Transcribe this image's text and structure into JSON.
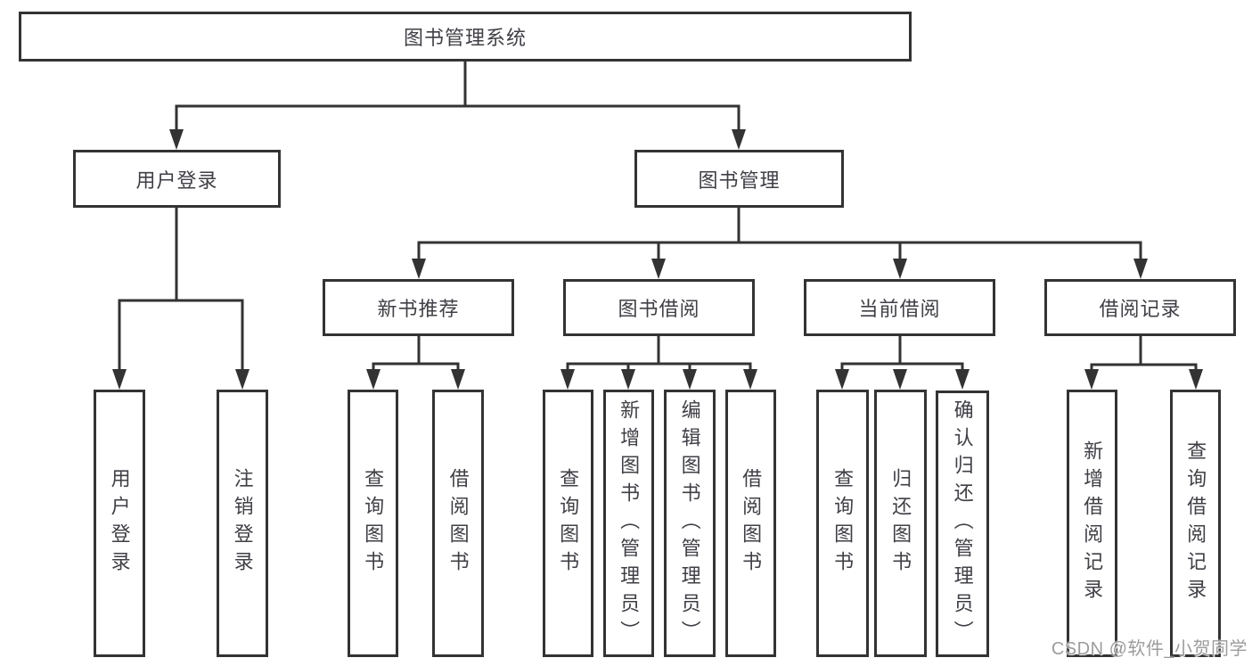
{
  "diagram": {
    "type": "hierarchy-tree",
    "title": "图书管理系统"
  },
  "nodes": {
    "root": {
      "label": "图书管理系统"
    },
    "level1": [
      {
        "label": "用户登录"
      },
      {
        "label": "图书管理"
      }
    ],
    "level2": [
      {
        "label": "新书推荐"
      },
      {
        "label": "图书借阅"
      },
      {
        "label": "当前借阅"
      },
      {
        "label": "借阅记录"
      }
    ],
    "level3": {
      "user_login": [
        {
          "label": "用户登录"
        },
        {
          "label": "注销登录"
        }
      ],
      "new_book_recommend": [
        {
          "label": "查询图书"
        },
        {
          "label": "借阅图书"
        }
      ],
      "book_borrowing": [
        {
          "label": "查询图书"
        },
        {
          "label": "新增图书（管理员）"
        },
        {
          "label": "编辑图书（管理员）"
        },
        {
          "label": "借阅图书"
        }
      ],
      "current_borrowing": [
        {
          "label": "查询图书"
        },
        {
          "label": "归还图书"
        },
        {
          "label": "确认归还（管理员）"
        }
      ],
      "borrowing_records": [
        {
          "label": "新增借阅记录"
        },
        {
          "label": "查询借阅记录"
        }
      ]
    }
  },
  "watermark": {
    "text": "CSDN @软件_小贺同学"
  },
  "colors": {
    "line": "#333333",
    "box_border": "#333333",
    "box_bg": "#ffffff",
    "text": "#3f3f46",
    "watermark": "#9c9c9c"
  }
}
